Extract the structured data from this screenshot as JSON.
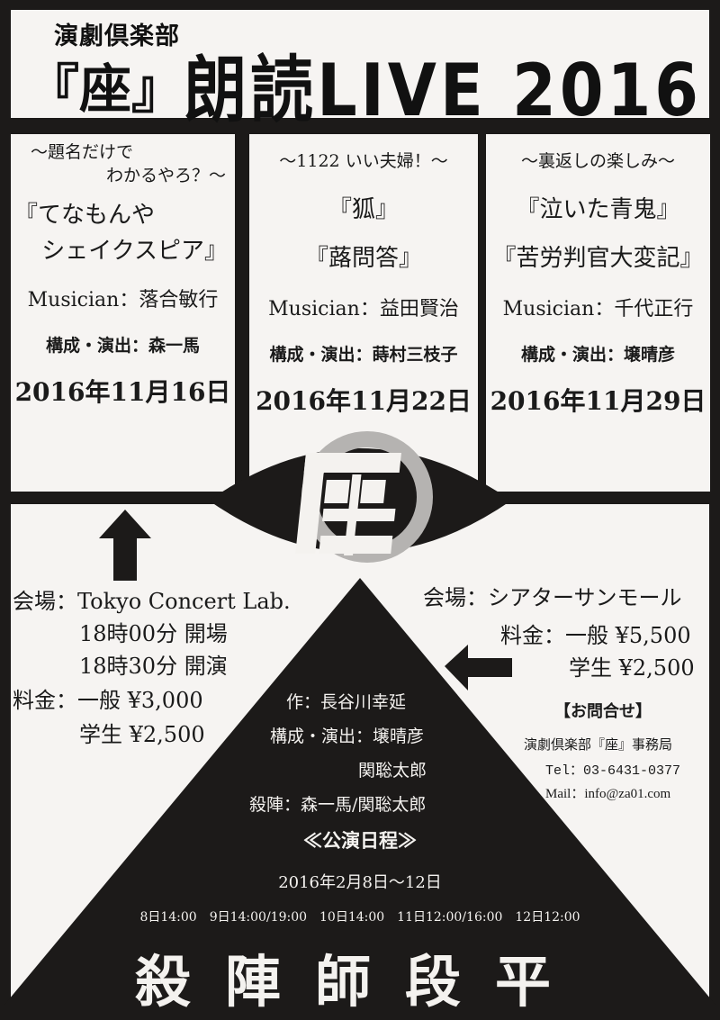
{
  "header": {
    "club_name": "演劇倶楽部",
    "troupe_name": "『座』",
    "title": "朗読LIVE  2016"
  },
  "performances": [
    {
      "tagline_1": "～題名だけで",
      "tagline_2": "わかるやろ？～",
      "work_1": "『てなもんや",
      "work_2": "シェイクスピア』",
      "musician": "Musician：落合敏行",
      "director": "構成・演出：森一馬",
      "date": "2016年11月16日"
    },
    {
      "tagline_1": "～1122 いい夫婦！～",
      "work_1": "『狐』",
      "work_2": "『蕗問答』",
      "musician": "Musician：益田賢治",
      "director": "構成・演出：蒔村三枝子",
      "date": "2016年11月22日"
    },
    {
      "tagline_1": "～裏返しの楽しみ～",
      "work_1": "『泣いた青鬼』",
      "work_2": "『苦労判官大変記』",
      "musician": "Musician：千代正行",
      "director": "構成・演出：壌晴彦",
      "date": "2016年11月29日"
    }
  ],
  "logo": {
    "glyph": "座",
    "icon": "za-eye-logo-icon"
  },
  "live_info": {
    "venue": "会場：Tokyo Concert Lab.",
    "doors_open": "18時00分 開場",
    "show_start": "18時30分 開演",
    "price_general": "料金：一般 ¥3,000",
    "price_student": "学生 ¥2,500"
  },
  "play_info": {
    "venue": "会場：シアターサンモール",
    "price_general": "料金：一般 ¥5,500",
    "price_student": "学生 ¥2,500",
    "inquiry_heading": "【お問合せ】",
    "office": "演劇倶楽部『座』事務局",
    "tel": "Tel：03-6431-0377",
    "mail": "Mail：info@za01.com",
    "author": "作：長谷川幸延",
    "director_1": "構成・演出：壌晴彦",
    "director_2": "関聡太郎",
    "fight": "殺陣：森一馬/関聡太郎",
    "schedule_heading": "≪公演日程≫",
    "schedule_range": "2016年2月8日～12日",
    "schedule_times": "8日14:00　9日14:00/19:00　10日14:00　11日12:00/16:00　12日12:00",
    "play_title": "殺陣師段平"
  },
  "colors": {
    "ink": "#1c1a19",
    "paper": "#f6f4f2",
    "logo_ring": "#b5b3b1"
  }
}
